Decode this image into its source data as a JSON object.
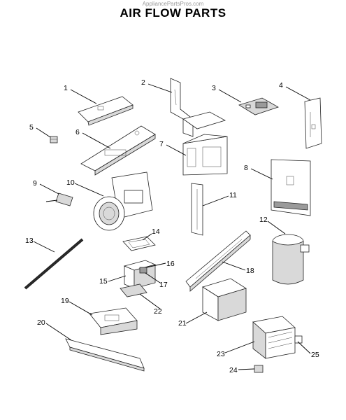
{
  "watermark": "AppliancePartsPros.com",
  "title": "AIR FLOW PARTS",
  "callouts": [
    "1",
    "2",
    "3",
    "4",
    "5",
    "6",
    "7",
    "8",
    "9",
    "10",
    "11",
    "12",
    "13",
    "14",
    "15",
    "16",
    "17",
    "18",
    "19",
    "20",
    "21",
    "22",
    "23",
    "24",
    "25"
  ],
  "colors": {
    "line": "#000000",
    "part_fill": "#ffffff",
    "part_shade": "#d9d9d9",
    "watermark": "#9a9a9a"
  }
}
